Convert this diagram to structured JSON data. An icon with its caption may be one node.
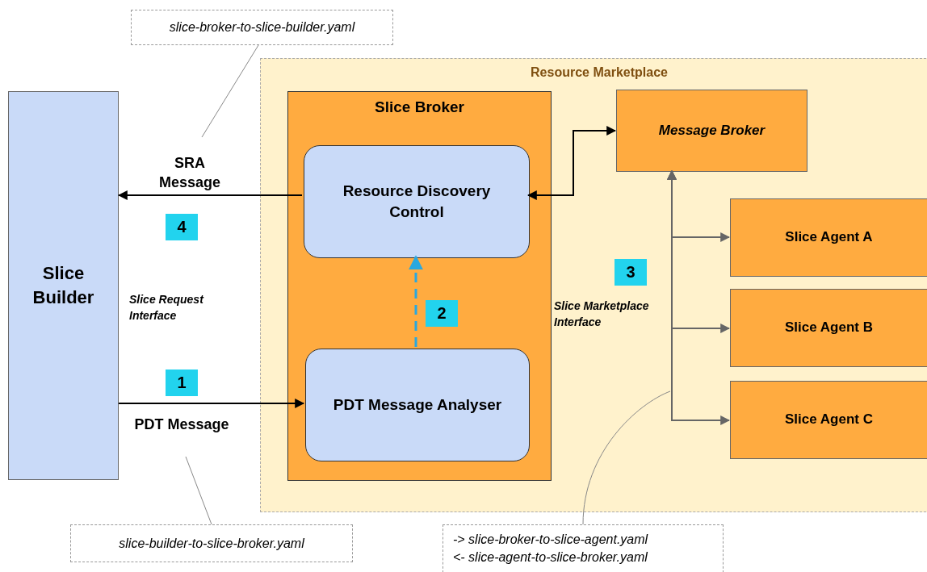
{
  "diagram": {
    "nodes": [
      {
        "text": [
          "Slice Builder"
        ]
      },
      {
        "text": [
          "Resource Marketplace"
        ]
      },
      {
        "text": [
          "Slice Broker"
        ],
        "in": 1
      },
      {
        "text": [
          "Resource Discovery Control"
        ],
        "in": 2
      },
      {
        "text": [
          "PDT Message Analyser"
        ],
        "in": 2
      },
      {
        "text": [
          "Message Broker"
        ],
        "in": 1
      },
      {
        "text": [
          "Slice Agent A"
        ],
        "in": 1
      },
      {
        "text": [
          "Slice Agent B"
        ],
        "in": 1
      },
      {
        "text": [
          "Slice Agent C"
        ],
        "in": 1
      },
      {
        "text": [
          "slice-broker-to-slice-builder.yaml"
        ]
      },
      {
        "text": [
          "slice-builder-to-slice-broker.yaml"
        ]
      },
      {
        "text": [
          "-> slice-broker-to-slice-agent.yaml",
          "<- slice-agent-to-slice-broker.yaml"
        ]
      },
      {
        "text": [
          "1"
        ]
      },
      {
        "text": [
          "2"
        ],
        "in": 2
      },
      {
        "text": [
          "3"
        ],
        "in": 1
      },
      {
        "text": [
          "4"
        ]
      }
    ],
    "edges": [
      {
        "from": 3,
        "to": 0,
        "arrow": "to",
        "label": "SRA Message"
      },
      {
        "from": 0,
        "to": 4,
        "arrow": "to",
        "label": "PDT Message"
      },
      {
        "from": 4,
        "to": 3,
        "arrow": "to",
        "style": "dashed",
        "color": "#29a8e0"
      },
      {
        "from": 3,
        "to": 5,
        "arrow": "both"
      },
      {
        "from": 5,
        "to": 6,
        "arrow": "both",
        "color": "#666666"
      },
      {
        "from": 5,
        "to": 7,
        "arrow": "both",
        "color": "#666666"
      },
      {
        "from": 5,
        "to": 8,
        "arrow": "both",
        "color": "#666666"
      },
      {
        "from": 9,
        "to": null,
        "arrow": "none",
        "color": "#888888"
      },
      {
        "from": 10,
        "to": null,
        "arrow": "none",
        "color": "#888888"
      },
      {
        "from": 11,
        "to": null,
        "arrow": "none",
        "color": "#888888"
      }
    ],
    "labels": [
      "Slice Request Interface",
      "Slice Marketplace Interface"
    ]
  }
}
